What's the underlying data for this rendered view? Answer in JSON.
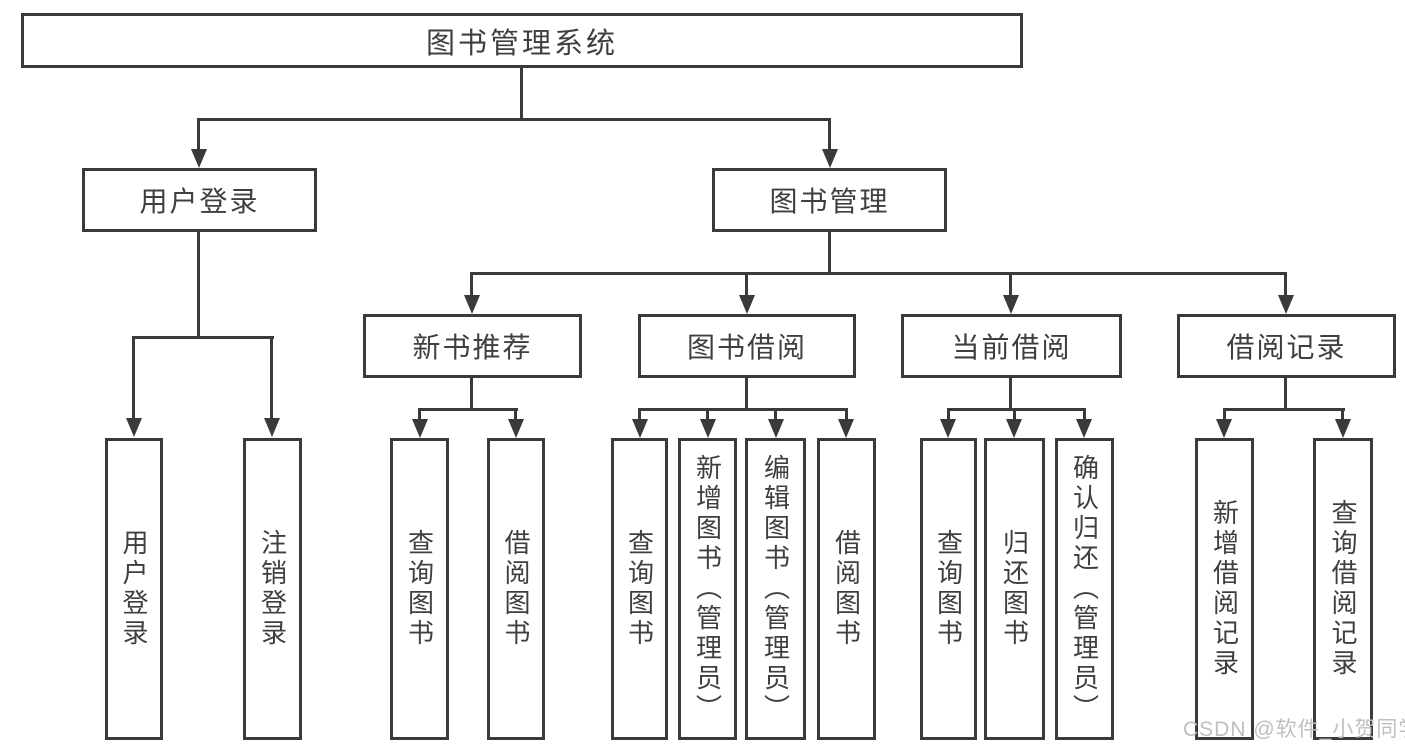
{
  "nodes": {
    "root": "图书管理系统",
    "user_login": "用户登录",
    "book_mgmt": "图书管理",
    "new_book": "新书推荐",
    "book_borrow": "图书借阅",
    "current_borrow": "当前借阅",
    "borrow_record": "借阅记录",
    "ul_login": "用户登录",
    "ul_logout": "注销登录",
    "nb_query": "查询图书",
    "nb_borrow": "借阅图书",
    "bb_query": "查询图书",
    "bb_add": "新增图书（管理员）",
    "bb_edit": "编辑图书（管理员）",
    "bb_borrow": "借阅图书",
    "cb_query": "查询图书",
    "cb_return": "归还图书",
    "cb_confirm": "确认归还（管理员）",
    "br_add": "新增借阅记录",
    "br_query": "查询借阅记录"
  },
  "watermark": {
    "text": "CSDN @软件_小贺同学"
  },
  "colors": {
    "line": "#3a3a3a",
    "text": "#3f3f3f",
    "background": "#ffffff",
    "watermark": "#bfbfbf"
  }
}
